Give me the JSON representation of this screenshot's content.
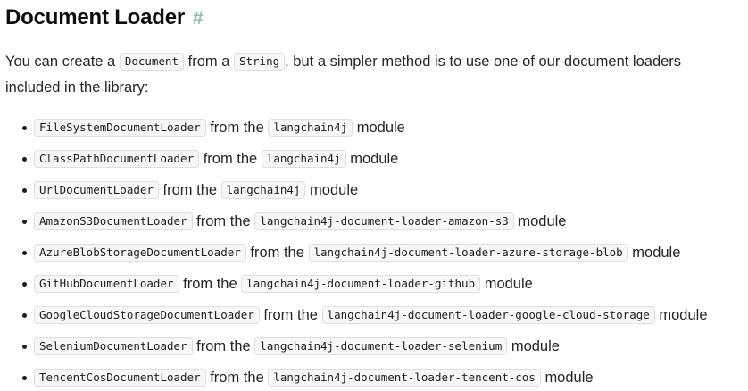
{
  "heading": {
    "title": "Document Loader",
    "anchor": "#"
  },
  "intro": {
    "part1": "You can create a ",
    "code1": "Document",
    "part2": " from a ",
    "code2": "String",
    "part3": ", but a simpler method is to use one of our document loaders included in the library:"
  },
  "list": {
    "from_label": "from the",
    "module_label": "module",
    "items": [
      {
        "loader": "FileSystemDocumentLoader",
        "module": "langchain4j"
      },
      {
        "loader": "ClassPathDocumentLoader",
        "module": "langchain4j"
      },
      {
        "loader": "UrlDocumentLoader",
        "module": "langchain4j"
      },
      {
        "loader": "AmazonS3DocumentLoader",
        "module": "langchain4j-document-loader-amazon-s3"
      },
      {
        "loader": "AzureBlobStorageDocumentLoader",
        "module": "langchain4j-document-loader-azure-storage-blob"
      },
      {
        "loader": "GitHubDocumentLoader",
        "module": "langchain4j-document-loader-github"
      },
      {
        "loader": "GoogleCloudStorageDocumentLoader",
        "module": "langchain4j-document-loader-google-cloud-storage"
      },
      {
        "loader": "SeleniumDocumentLoader",
        "module": "langchain4j-document-loader-selenium"
      },
      {
        "loader": "TencentCosDocumentLoader",
        "module": "langchain4j-document-loader-tencent-cos"
      }
    ]
  },
  "colors": {
    "anchor_green": "#8bbda4",
    "text": "#22262b",
    "chip_bg": "#f6f7f8",
    "chip_border": "#dcdfe3",
    "background": "#ffffff"
  }
}
